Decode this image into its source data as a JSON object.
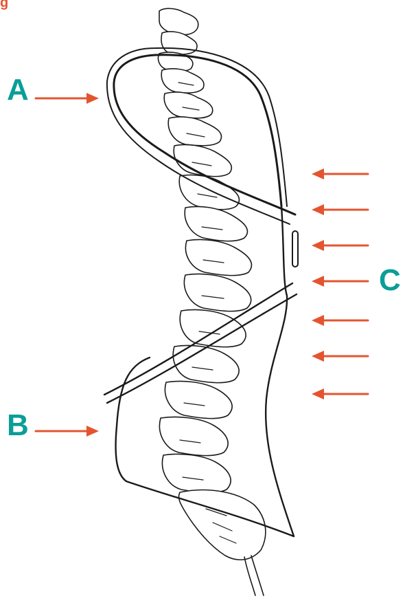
{
  "labels": {
    "top_partial": "g",
    "a": "A",
    "b": "B",
    "c": "C"
  },
  "colors": {
    "label_teal": "#0a9e97",
    "arrow_orange": "#e4542f",
    "top_label_orange": "#e4542f",
    "line_black": "#1a1a1a",
    "background": "#ffffff"
  },
  "figure": {
    "subject": "spine-with-brace",
    "arrow_groups": {
      "left_arrows": 2,
      "right_arrows": 7
    }
  }
}
